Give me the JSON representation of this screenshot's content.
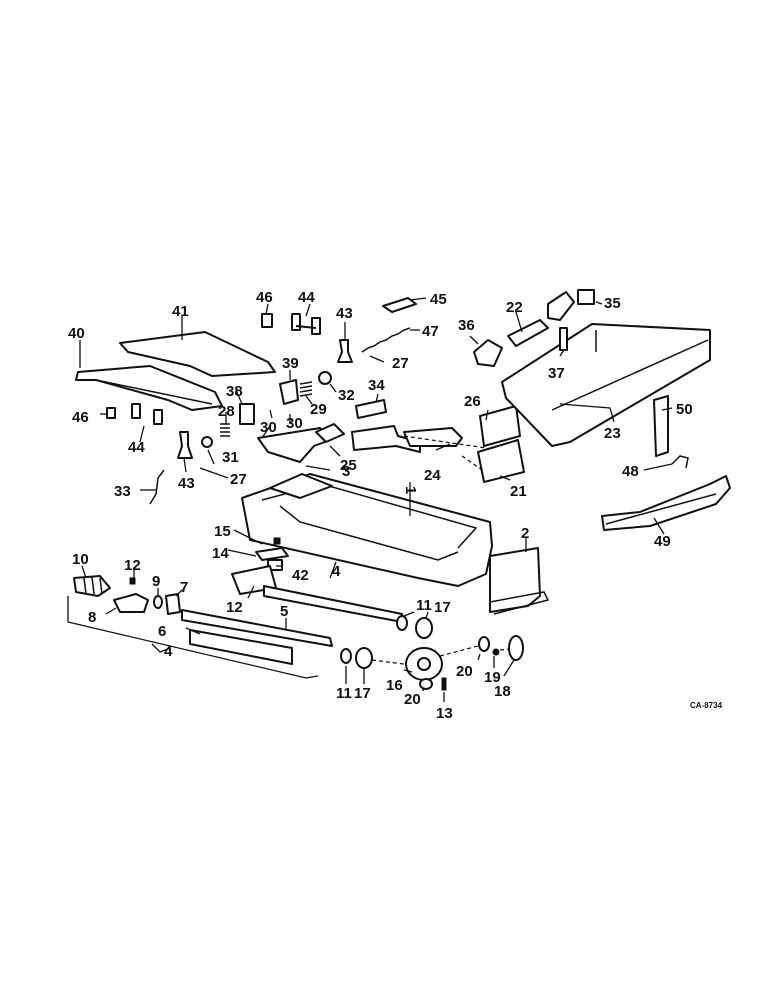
{
  "diagram": {
    "drawing_code": "CA-8734",
    "callouts": [
      {
        "id": "c1",
        "text": "1"
      },
      {
        "id": "c2",
        "text": "2"
      },
      {
        "id": "c3",
        "text": "3"
      },
      {
        "id": "c4a",
        "text": "4"
      },
      {
        "id": "c4b",
        "text": "4"
      },
      {
        "id": "c5",
        "text": "5"
      },
      {
        "id": "c6",
        "text": "6"
      },
      {
        "id": "c7",
        "text": "7"
      },
      {
        "id": "c8",
        "text": "8"
      },
      {
        "id": "c9",
        "text": "9"
      },
      {
        "id": "c10",
        "text": "10"
      },
      {
        "id": "c11a",
        "text": "11"
      },
      {
        "id": "c11b",
        "text": "11"
      },
      {
        "id": "c12a",
        "text": "12"
      },
      {
        "id": "c12b",
        "text": "12"
      },
      {
        "id": "c13",
        "text": "13"
      },
      {
        "id": "c14",
        "text": "14"
      },
      {
        "id": "c15",
        "text": "15"
      },
      {
        "id": "c16",
        "text": "16"
      },
      {
        "id": "c17a",
        "text": "17"
      },
      {
        "id": "c17b",
        "text": "17"
      },
      {
        "id": "c18",
        "text": "18"
      },
      {
        "id": "c19",
        "text": "19"
      },
      {
        "id": "c20a",
        "text": "20"
      },
      {
        "id": "c20b",
        "text": "20"
      },
      {
        "id": "c21",
        "text": "21"
      },
      {
        "id": "c22",
        "text": "22"
      },
      {
        "id": "c23",
        "text": "23"
      },
      {
        "id": "c24",
        "text": "24"
      },
      {
        "id": "c25",
        "text": "25"
      },
      {
        "id": "c26",
        "text": "26"
      },
      {
        "id": "c27a",
        "text": "27"
      },
      {
        "id": "c27b",
        "text": "27"
      },
      {
        "id": "c28",
        "text": "28"
      },
      {
        "id": "c29",
        "text": "29"
      },
      {
        "id": "c30a",
        "text": "30"
      },
      {
        "id": "c30b",
        "text": "30"
      },
      {
        "id": "c31",
        "text": "31"
      },
      {
        "id": "c32",
        "text": "32"
      },
      {
        "id": "c33",
        "text": "33"
      },
      {
        "id": "c34",
        "text": "34"
      },
      {
        "id": "c35",
        "text": "35"
      },
      {
        "id": "c36",
        "text": "36"
      },
      {
        "id": "c37",
        "text": "37"
      },
      {
        "id": "c38",
        "text": "38"
      },
      {
        "id": "c39",
        "text": "39"
      },
      {
        "id": "c40",
        "text": "40"
      },
      {
        "id": "c41",
        "text": "41"
      },
      {
        "id": "c42",
        "text": "42"
      },
      {
        "id": "c43a",
        "text": "43"
      },
      {
        "id": "c43b",
        "text": "43"
      },
      {
        "id": "c44a",
        "text": "44"
      },
      {
        "id": "c44b",
        "text": "44"
      },
      {
        "id": "c45",
        "text": "45"
      },
      {
        "id": "c46a",
        "text": "46"
      },
      {
        "id": "c46b",
        "text": "46"
      },
      {
        "id": "c47",
        "text": "47"
      },
      {
        "id": "c48",
        "text": "48"
      },
      {
        "id": "c49",
        "text": "49"
      },
      {
        "id": "c50",
        "text": "50"
      }
    ]
  }
}
